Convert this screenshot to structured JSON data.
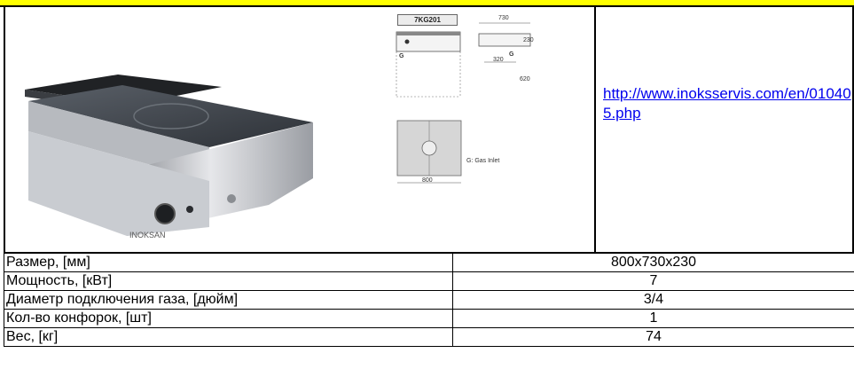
{
  "product": {
    "link": "http://www.inoksservis.com/en/010405.php",
    "image_brand_mark": "INOKSAN"
  },
  "drawing": {
    "model": "7KG201",
    "dim_depth": "730",
    "dim_width": "800",
    "dim_height": "230",
    "dim_total_height": "620",
    "dim_offset": "320",
    "gas_label_1": "G",
    "gas_label_2": "G",
    "gas_note": "G: Gas Inlet"
  },
  "specs": [
    {
      "label": "Размер, [мм]",
      "value": "800x730x230"
    },
    {
      "label": "Мощность, [кВт]",
      "value": "7"
    },
    {
      "label": "Диаметр подключения газа, [дюйм]",
      "value": "3/4"
    },
    {
      "label": "Кол-во конфорок, [шт]",
      "value": "1"
    },
    {
      "label": "Вес, [кг]",
      "value": "74"
    }
  ]
}
